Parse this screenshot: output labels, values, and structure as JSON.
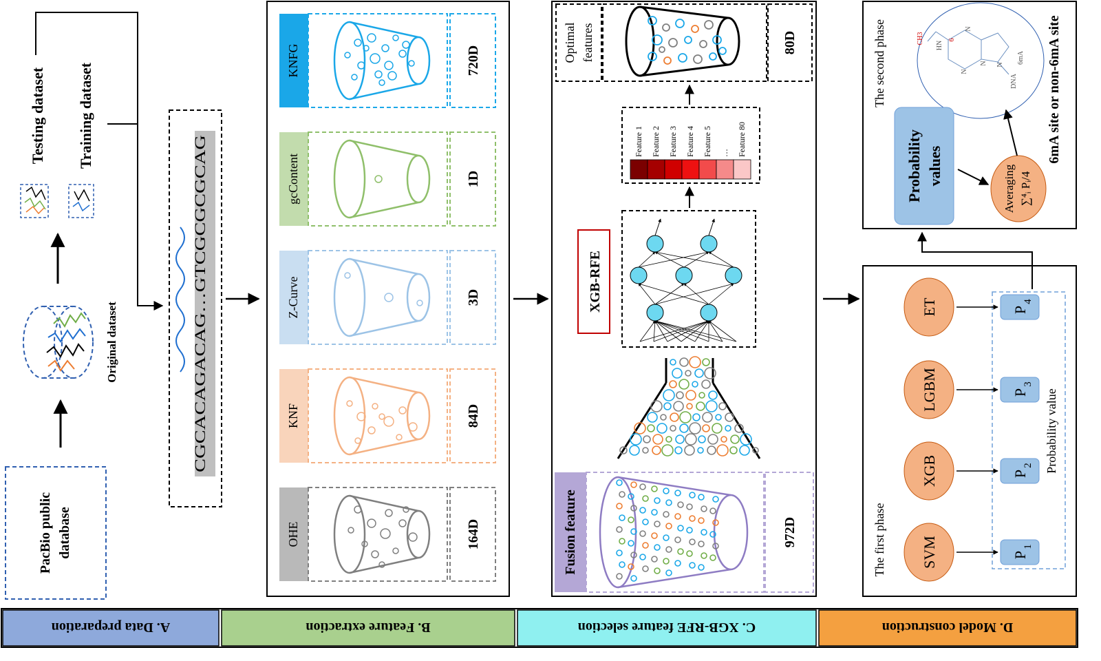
{
  "data_preparation": {
    "database_label_line1": "PacBio public",
    "database_label_line2": "database",
    "original_dataset": "Original dataset",
    "testing_dataset": "Testing dataset",
    "training_dataset": "Training dataset"
  },
  "sequence": {
    "text": "CGCACAGACAG…GTCGCGCGCAG"
  },
  "feature_extraction": {
    "items": [
      {
        "name": "KNFG",
        "dim": "720D",
        "color": "#1aa7e8"
      },
      {
        "name": "gcContent",
        "dim": "1D",
        "color": "#8fbf6a"
      },
      {
        "name": "Z-Curve",
        "dim": "3D",
        "color": "#9cc3e6"
      },
      {
        "name": "KNF",
        "dim": "84D",
        "color": "#f4b183"
      },
      {
        "name": "OHE",
        "dim": "164D",
        "color": "#7f7f7f"
      }
    ]
  },
  "feature_selection": {
    "optimal_line1": "Optimal",
    "optimal_line2": "features",
    "optimal_dim": "80D",
    "features": [
      "Feature 1",
      "Feature 2",
      "Feature 3",
      "Feature 4",
      "Feature 5",
      "…",
      "Feature 80"
    ],
    "feature_colors": [
      "#7b0000",
      "#a50000",
      "#d00000",
      "#ee1111",
      "#f24b4b",
      "#f58a8a",
      "#fbc7c7"
    ],
    "method": "XGB-RFE",
    "fusion_label": "Fusion feature",
    "fusion_dim": "972D"
  },
  "model_construction": {
    "second_phase": "The second phase",
    "first_phase": "The first phase",
    "probability_values_line1": "Probability",
    "probability_values_line2": "values",
    "averaging": "Averaging",
    "averaging_formula": "∑⁴ᵢ Pᵢ/4",
    "output": "6mA site or non-6mA site",
    "models": [
      "ET",
      "LGBM",
      "XGB",
      "SVM"
    ],
    "probs": [
      "P",
      "P",
      "P",
      "P"
    ],
    "prob_subscripts": [
      "4",
      "3",
      "2",
      "1"
    ],
    "probability_value": "Probability value",
    "molecule": {
      "ch": "CH3",
      "hn": "HN",
      "dna": "DNA",
      "sixma": "6mA",
      "n1": "N",
      "n3": "N",
      "n7": "N",
      "n9": "N",
      "num6": "6"
    }
  },
  "bottom_bar": [
    {
      "label": "A.  Data preparation",
      "color": "#8ea9db"
    },
    {
      "label": "B.  Feature extraction",
      "color": "#a9d08e"
    },
    {
      "label": "C.  XGB-RFE feature selection",
      "color": "#8ff0f0"
    },
    {
      "label": "D.  Model construction",
      "color": "#f4a040"
    }
  ]
}
